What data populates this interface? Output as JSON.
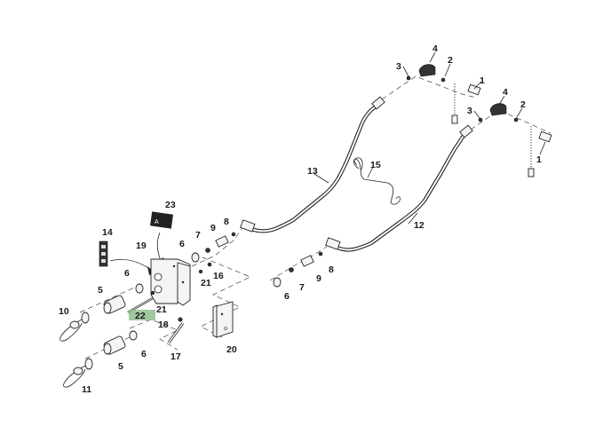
{
  "diagram": {
    "type": "exploded-parts-view",
    "highlight_color": "#8fc08f",
    "highlighted_callout": "22",
    "callouts": [
      {
        "id": "c1a",
        "label": "1"
      },
      {
        "id": "c1b",
        "label": "1"
      },
      {
        "id": "c2a",
        "label": "2"
      },
      {
        "id": "c2b",
        "label": "2"
      },
      {
        "id": "c3a",
        "label": "3"
      },
      {
        "id": "c3b",
        "label": "3"
      },
      {
        "id": "c4a",
        "label": "4"
      },
      {
        "id": "c4b",
        "label": "4"
      },
      {
        "id": "c5a",
        "label": "5"
      },
      {
        "id": "c5b",
        "label": "5"
      },
      {
        "id": "c6a",
        "label": "6"
      },
      {
        "id": "c6b",
        "label": "6"
      },
      {
        "id": "c6c",
        "label": "6"
      },
      {
        "id": "c6d",
        "label": "6"
      },
      {
        "id": "c7a",
        "label": "7"
      },
      {
        "id": "c7b",
        "label": "7"
      },
      {
        "id": "c8a",
        "label": "8"
      },
      {
        "id": "c8b",
        "label": "8"
      },
      {
        "id": "c9a",
        "label": "9"
      },
      {
        "id": "c9b",
        "label": "9"
      },
      {
        "id": "c10",
        "label": "10"
      },
      {
        "id": "c11",
        "label": "11"
      },
      {
        "id": "c12",
        "label": "12"
      },
      {
        "id": "c13",
        "label": "13"
      },
      {
        "id": "c14",
        "label": "14"
      },
      {
        "id": "c15",
        "label": "15"
      },
      {
        "id": "c16",
        "label": "16"
      },
      {
        "id": "c17",
        "label": "17"
      },
      {
        "id": "c18",
        "label": "18"
      },
      {
        "id": "c19",
        "label": "19"
      },
      {
        "id": "c20",
        "label": "20"
      },
      {
        "id": "c21a",
        "label": "21"
      },
      {
        "id": "c21b",
        "label": "21"
      },
      {
        "id": "c22",
        "label": "22"
      },
      {
        "id": "c23",
        "label": "23"
      }
    ]
  }
}
